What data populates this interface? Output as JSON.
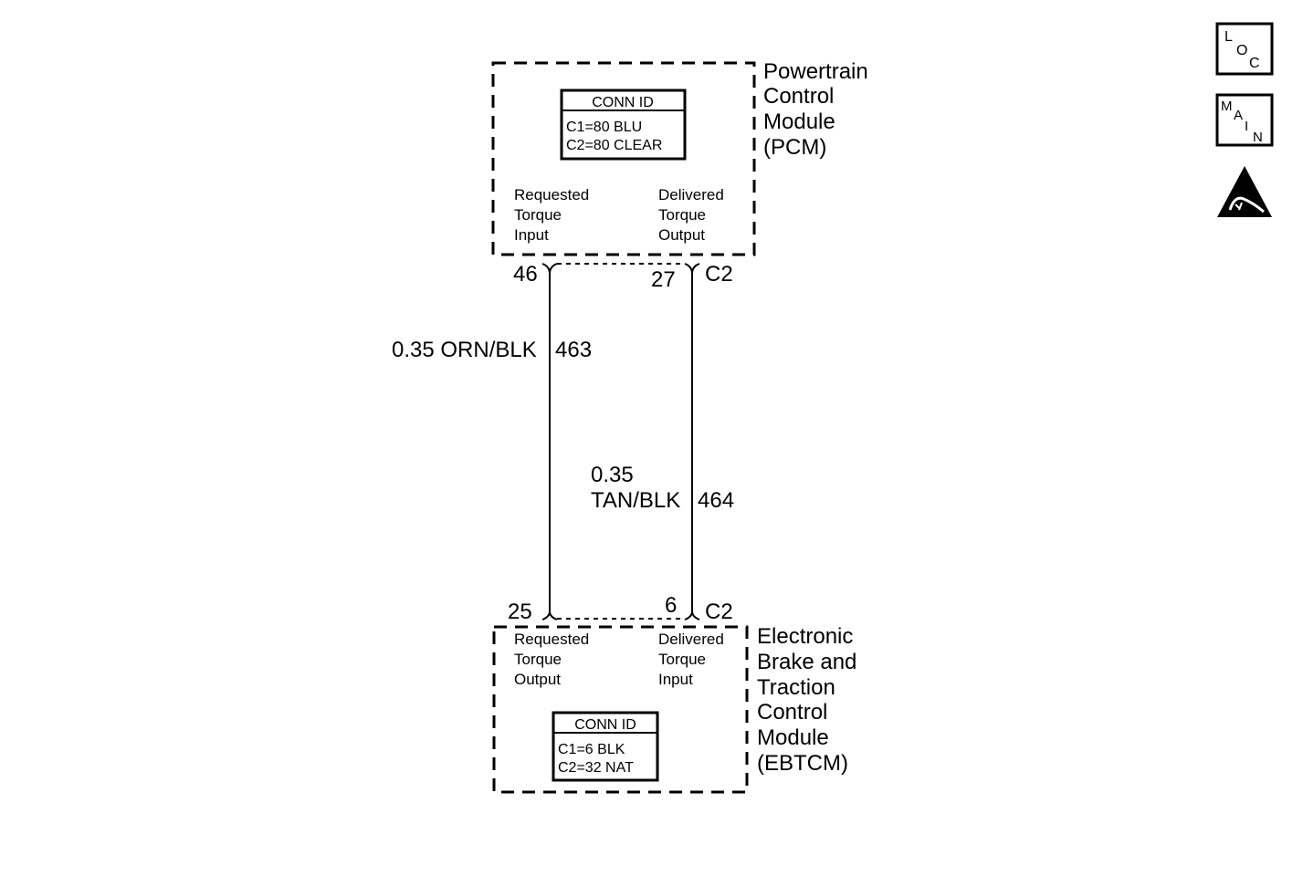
{
  "pcm": {
    "name_lines": [
      "Powertrain",
      "Control",
      "Module",
      "(PCM)"
    ],
    "conn_title": "CONN ID",
    "conn_c1": "C1=80 BLU",
    "conn_c2": "C2=80 CLEAR",
    "left_func": [
      "Requested",
      "Torque",
      "Input"
    ],
    "right_func": [
      "Delivered",
      "Torque",
      "Output"
    ],
    "pin_left": "46",
    "pin_right": "27",
    "connector": "C2"
  },
  "ebtcm": {
    "name_lines": [
      "Electronic",
      "Brake and",
      "Traction",
      "Control",
      "Module",
      "(EBTCM)"
    ],
    "conn_title": "CONN ID",
    "conn_c1": "C1=6 BLK",
    "conn_c2": "C2=32 NAT",
    "left_func": [
      "Requested",
      "Torque",
      "Output"
    ],
    "right_func": [
      "Delivered",
      "Torque",
      "Input"
    ],
    "pin_left": "25",
    "pin_right": "6",
    "connector": "C2"
  },
  "wires": [
    {
      "gauge_color": "0.35 ORN/BLK",
      "circuit": "463"
    },
    {
      "gauge": "0.35",
      "color": "TAN/BLK",
      "circuit": "464"
    }
  ],
  "icons": [
    {
      "name": "loc-icon",
      "letters": [
        "L",
        "O",
        "C"
      ]
    },
    {
      "name": "main-icon",
      "letters": [
        "M",
        "A",
        "I",
        "N"
      ]
    },
    {
      "name": "esd-warning-icon"
    }
  ]
}
